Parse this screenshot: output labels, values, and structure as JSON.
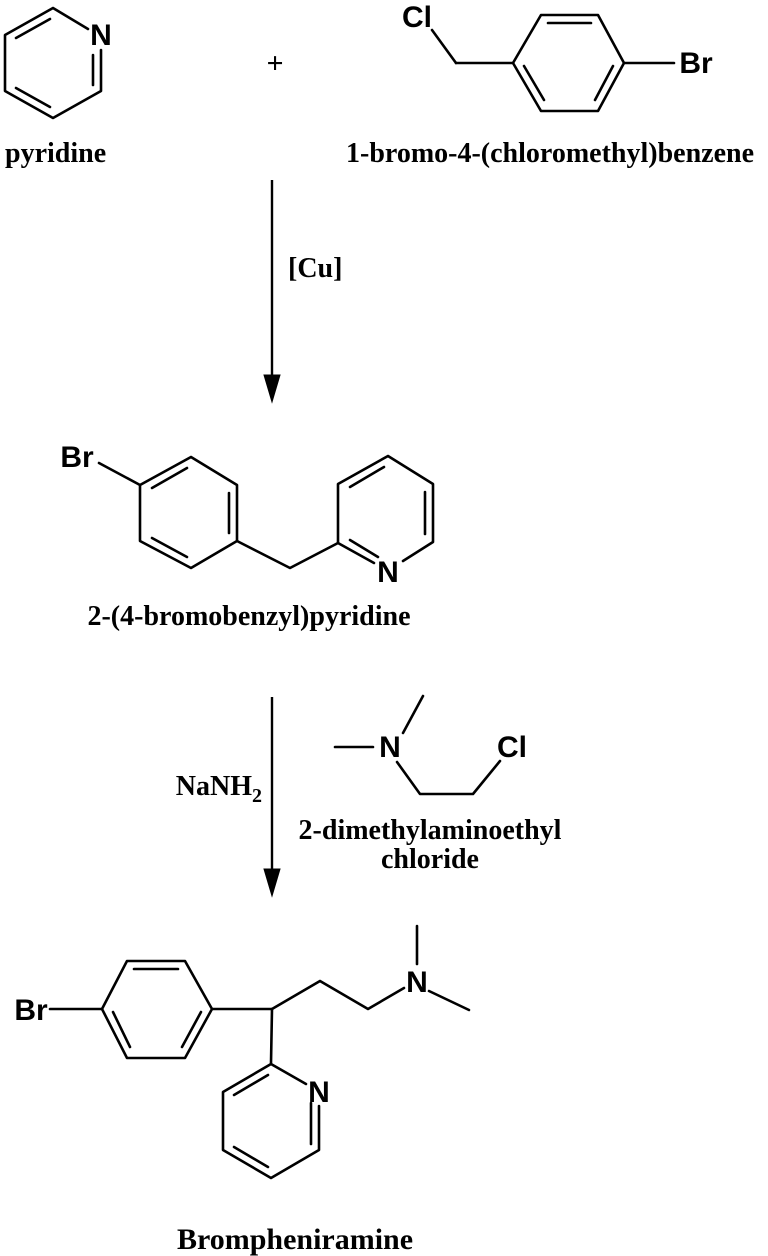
{
  "page": {
    "background_color": "#ffffff",
    "ink_color": "#000000",
    "type": "reaction-scheme",
    "title": "Brompheniramine synthesis"
  },
  "reaction": {
    "plus_sign": "+",
    "reactant1": {
      "label": "pyridine",
      "atoms": {
        "n": "N"
      }
    },
    "reactant2": {
      "label": "1-bromo-4-(chloromethyl)benzene",
      "atoms": {
        "cl": "Cl",
        "br": "Br"
      }
    },
    "step1": {
      "catalyst": "[Cu]"
    },
    "intermediate": {
      "label": "2-(4-bromobenzyl)pyridine",
      "atoms": {
        "br": "Br",
        "n": "N"
      }
    },
    "step2": {
      "reagent_base": "NaNH",
      "reagent_subscript": "2",
      "coreactant": {
        "label_line1": "2-dimethylaminoethyl",
        "label_line2": "chloride",
        "atoms": {
          "n": "N",
          "cl": "Cl"
        }
      }
    },
    "product": {
      "label": "Brompheniramine",
      "atoms": {
        "br": "Br",
        "n_amine": "N",
        "n_ring": "N"
      }
    }
  }
}
